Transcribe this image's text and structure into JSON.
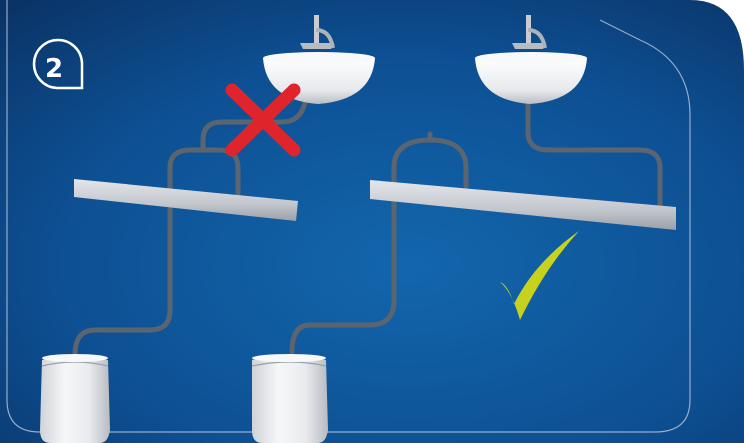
{
  "step": {
    "number": "2"
  },
  "panels": [
    {
      "id": "incorrect",
      "verdict_icon": "cross-icon",
      "verdict": "incorrect"
    },
    {
      "id": "correct",
      "verdict_icon": "check-icon",
      "verdict": "correct"
    }
  ],
  "colors": {
    "background_top": "#0a3a6e",
    "background_bottom": "#0f5aa3",
    "frame_line": "#b9c6d6",
    "pipe": "#5a6570",
    "beam": "#c9ccd3",
    "porcelain": "#eef0f2",
    "cross": "#e0242b",
    "check": "#c7d21f"
  }
}
